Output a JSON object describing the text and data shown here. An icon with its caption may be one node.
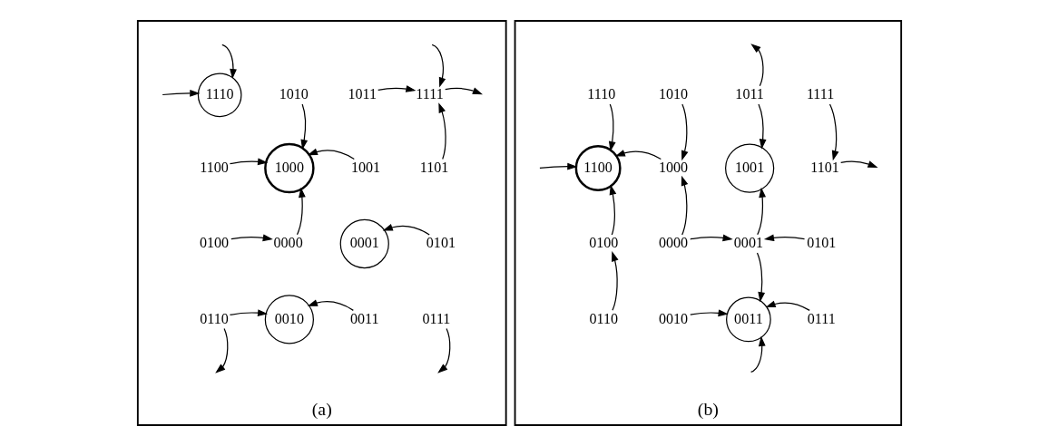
{
  "diagram": {
    "nodes": [
      {
        "text": [
          "(a)"
        ]
      },
      {
        "text": [
          "1110"
        ],
        "in": 0
      },
      {
        "text": [
          "1010"
        ],
        "in": 0
      },
      {
        "text": [
          "1011"
        ],
        "in": 0
      },
      {
        "text": [
          "1111"
        ],
        "in": 0
      },
      {
        "text": [
          "1100"
        ],
        "in": 0
      },
      {
        "text": [
          "1000"
        ],
        "in": 0
      },
      {
        "text": [
          "1001"
        ],
        "in": 0
      },
      {
        "text": [
          "1101"
        ],
        "in": 0
      },
      {
        "text": [
          "0100"
        ],
        "in": 0
      },
      {
        "text": [
          "0000"
        ],
        "in": 0
      },
      {
        "text": [
          "0001"
        ],
        "in": 0
      },
      {
        "text": [
          "0101"
        ],
        "in": 0
      },
      {
        "text": [
          "0110"
        ],
        "in": 0
      },
      {
        "text": [
          "0010"
        ],
        "in": 0
      },
      {
        "text": [
          "0011"
        ],
        "in": 0
      },
      {
        "text": [
          "0111"
        ],
        "in": 0
      },
      {
        "text": [
          "(b)"
        ]
      },
      {
        "text": [
          "1110"
        ],
        "in": 17
      },
      {
        "text": [
          "1010"
        ],
        "in": 17
      },
      {
        "text": [
          "1011"
        ],
        "in": 17
      },
      {
        "text": [
          "1111"
        ],
        "in": 17
      },
      {
        "text": [
          "1100"
        ],
        "in": 17
      },
      {
        "text": [
          "1000"
        ],
        "in": 17
      },
      {
        "text": [
          "1001"
        ],
        "in": 17
      },
      {
        "text": [
          "1101"
        ],
        "in": 17
      },
      {
        "text": [
          "0100"
        ],
        "in": 17
      },
      {
        "text": [
          "0000"
        ],
        "in": 17
      },
      {
        "text": [
          "0001"
        ],
        "in": 17
      },
      {
        "text": [
          "0101"
        ],
        "in": 17
      },
      {
        "text": [
          "0110"
        ],
        "in": 17
      },
      {
        "text": [
          "0010"
        ],
        "in": 17
      },
      {
        "text": [
          "0011"
        ],
        "in": 17
      },
      {
        "text": [
          "0111"
        ],
        "in": 17
      }
    ],
    "edges": [
      {
        "from": null,
        "to": 1,
        "arrow": "to"
      },
      {
        "from": null,
        "to": 1,
        "arrow": "to"
      },
      {
        "from": 2,
        "to": 6,
        "arrow": "to"
      },
      {
        "from": 3,
        "to": 4,
        "arrow": "to"
      },
      {
        "from": null,
        "to": 4,
        "arrow": "to"
      },
      {
        "from": 4,
        "to": null,
        "arrow": "to"
      },
      {
        "from": 8,
        "to": 4,
        "arrow": "to"
      },
      {
        "from": 5,
        "to": 6,
        "arrow": "to"
      },
      {
        "from": 7,
        "to": 6,
        "arrow": "to"
      },
      {
        "from": 10,
        "to": 6,
        "arrow": "to"
      },
      {
        "from": 9,
        "to": 10,
        "arrow": "to"
      },
      {
        "from": 12,
        "to": 11,
        "arrow": "to"
      },
      {
        "from": 13,
        "to": 14,
        "arrow": "to"
      },
      {
        "from": 15,
        "to": 14,
        "arrow": "to"
      },
      {
        "from": 13,
        "to": null,
        "arrow": "to"
      },
      {
        "from": 16,
        "to": null,
        "arrow": "to"
      },
      {
        "from": 18,
        "to": 22,
        "arrow": "to"
      },
      {
        "from": null,
        "to": 22,
        "arrow": "to"
      },
      {
        "from": 23,
        "to": 22,
        "arrow": "to"
      },
      {
        "from": 26,
        "to": 22,
        "arrow": "to"
      },
      {
        "from": 19,
        "to": 23,
        "arrow": "to"
      },
      {
        "from": 27,
        "to": 23,
        "arrow": "to"
      },
      {
        "from": 20,
        "to": null,
        "arrow": "to"
      },
      {
        "from": 20,
        "to": 24,
        "arrow": "to"
      },
      {
        "from": 28,
        "to": 24,
        "arrow": "to"
      },
      {
        "from": 21,
        "to": 25,
        "arrow": "to"
      },
      {
        "from": 25,
        "to": null,
        "arrow": "to"
      },
      {
        "from": 30,
        "to": 26,
        "arrow": "to"
      },
      {
        "from": 27,
        "to": 28,
        "arrow": "to"
      },
      {
        "from": 29,
        "to": 28,
        "arrow": "to"
      },
      {
        "from": 28,
        "to": 32,
        "arrow": "to"
      },
      {
        "from": 31,
        "to": 32,
        "arrow": "to"
      },
      {
        "from": 33,
        "to": 32,
        "arrow": "to"
      },
      {
        "from": null,
        "to": 32,
        "arrow": "to"
      }
    ]
  }
}
